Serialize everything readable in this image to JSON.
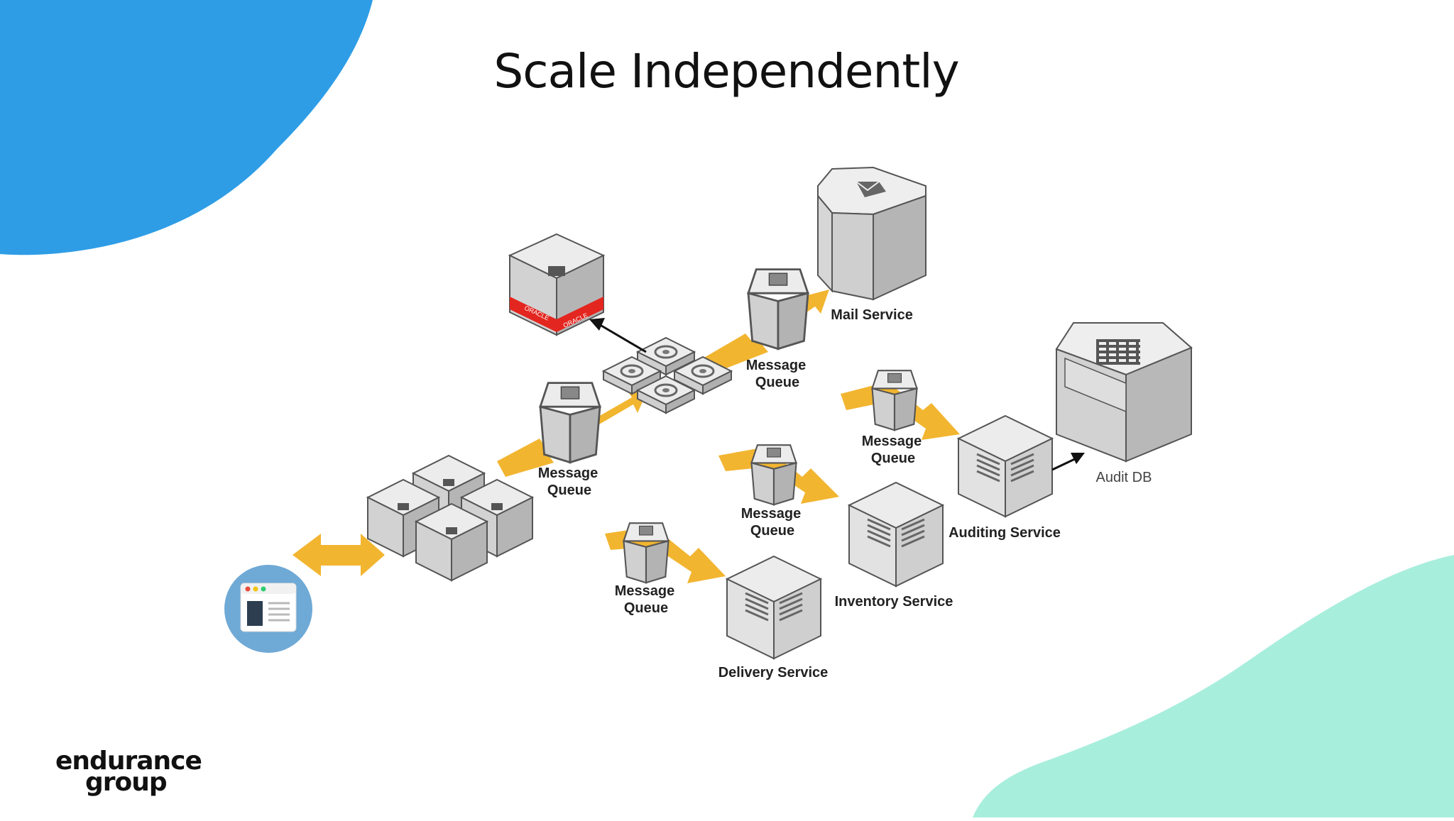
{
  "slide": {
    "title": "Scale Independently",
    "logo": {
      "line1": "endurance",
      "line2": "group"
    }
  },
  "diagram": {
    "labels": {
      "mq_main": [
        "Message",
        "Queue"
      ],
      "mq_mail": [
        "Message",
        "Queue"
      ],
      "mq_audit": [
        "Message",
        "Queue"
      ],
      "mq_inventory": [
        "Message",
        "Queue"
      ],
      "mq_delivery": [
        "Message",
        "Queue"
      ],
      "mail_service": "Mail Service",
      "audit_db": "Audit DB",
      "auditing_service": "Auditing Service",
      "inventory_service": "Inventory Service",
      "delivery_service": "Delivery Service",
      "oracle_band": "ORACLE"
    }
  },
  "colors": {
    "blob_blue": "#2E9DE6",
    "blob_mint": "#A8EEDD",
    "arrow_yellow": "#F2B530",
    "box_light": "#e6e6e6",
    "box_mid": "#c9c9c9",
    "box_dark": "#a8a8a8",
    "oracle_red": "#E3261F",
    "browser_circle": "#6FA9D6"
  }
}
